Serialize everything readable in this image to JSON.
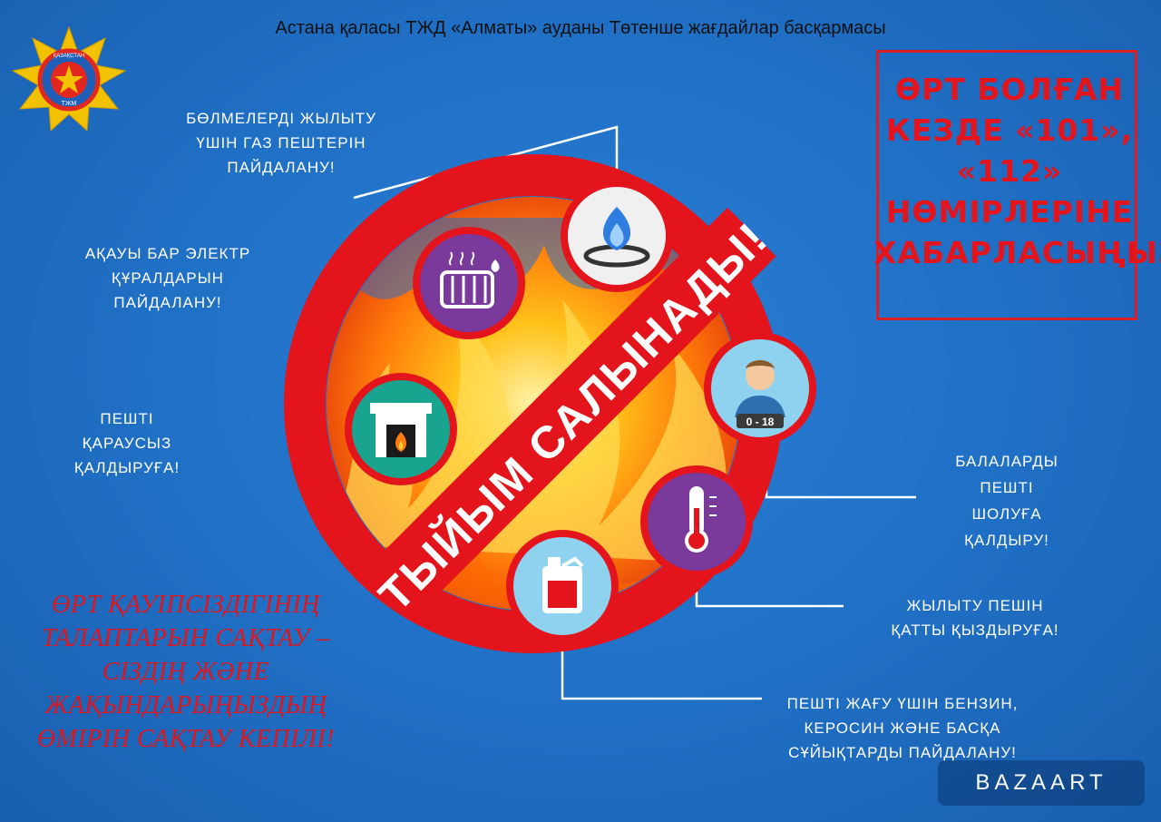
{
  "header": {
    "title": "Астана қаласы ТЖД «Алматы» ауданы Төтенше жағдайлар басқармасы"
  },
  "colors": {
    "background": "#1f6fc4",
    "accent_red": "#e3141c",
    "text": "#ffffff"
  },
  "emblem": {
    "icon": "emergency-service-star-emblem",
    "text_top": "ҚАЗАҚСТАН",
    "text_bottom": "ТЖМ"
  },
  "warning_box": {
    "lines": [
      "ӨРТ БОЛҒАН",
      "КЕЗДЕ «101»,",
      "«112»",
      "НӨМІРЛЕРІНЕ",
      "ХАБАРЛАСЫҢЫЗ"
    ]
  },
  "prohibition_sign": {
    "icon": "prohibition-sign",
    "band_text": "ТЫЙЫМ САЛЫНАДЫ!"
  },
  "rules": [
    {
      "id": "gas-stove",
      "icon": "gas-burner-icon",
      "lines": [
        "БӨЛМЕЛЕРДІ ЖЫЛЫТУ",
        "ҮШІН ГАЗ ПЕШТЕРІН",
        "ПАЙДАЛАНУ!"
      ]
    },
    {
      "id": "faulty-electric",
      "icon": "radiator-heater-icon",
      "lines": [
        "АҚАУЫ БАР ЭЛЕКТР",
        "ҚҰРАЛДАРЫН",
        "ПАЙДАЛАНУ!"
      ]
    },
    {
      "id": "unattended-stove",
      "icon": "fireplace-icon",
      "lines": [
        "ПЕШТІ",
        "ҚАРАУСЫЗ",
        "ҚАЛДЫРУҒА!"
      ]
    },
    {
      "id": "children",
      "icon": "child-icon",
      "badge": "0 - 18",
      "lines": [
        "БАЛАЛАРДЫ",
        "ПЕШТІ",
        "ШОЛУҒА",
        "ҚАЛДЫРУ!"
      ]
    },
    {
      "id": "overheat",
      "icon": "thermometer-icon",
      "lines": [
        "ЖЫЛЫТУ ПЕШІН",
        "ҚАТТЫ ҚЫЗДЫРУҒА!"
      ]
    },
    {
      "id": "gasoline",
      "icon": "fuel-canister-icon",
      "lines": [
        "ПЕШТІ ЖАҒУ ҮШІН БЕНЗИН,",
        "КЕРОСИН ЖӘНЕ БАСҚА",
        "СҰЙЫҚТАРДЫ ПАЙДАЛАНУ!"
      ]
    }
  ],
  "slogan": {
    "lines": [
      "ӨРТ ҚАУІПСІЗДІГІНІҢ",
      "ТАЛАПТАРЫН САҚТАУ –",
      "СІЗДІҢ  ЖӘНЕ",
      "ЖАҚЫНДАРЫҢЫЗДЫҢ",
      "ӨМІРІН САҚТАУ КЕПІЛІ!"
    ]
  },
  "watermark": {
    "text": "BAZAART"
  }
}
